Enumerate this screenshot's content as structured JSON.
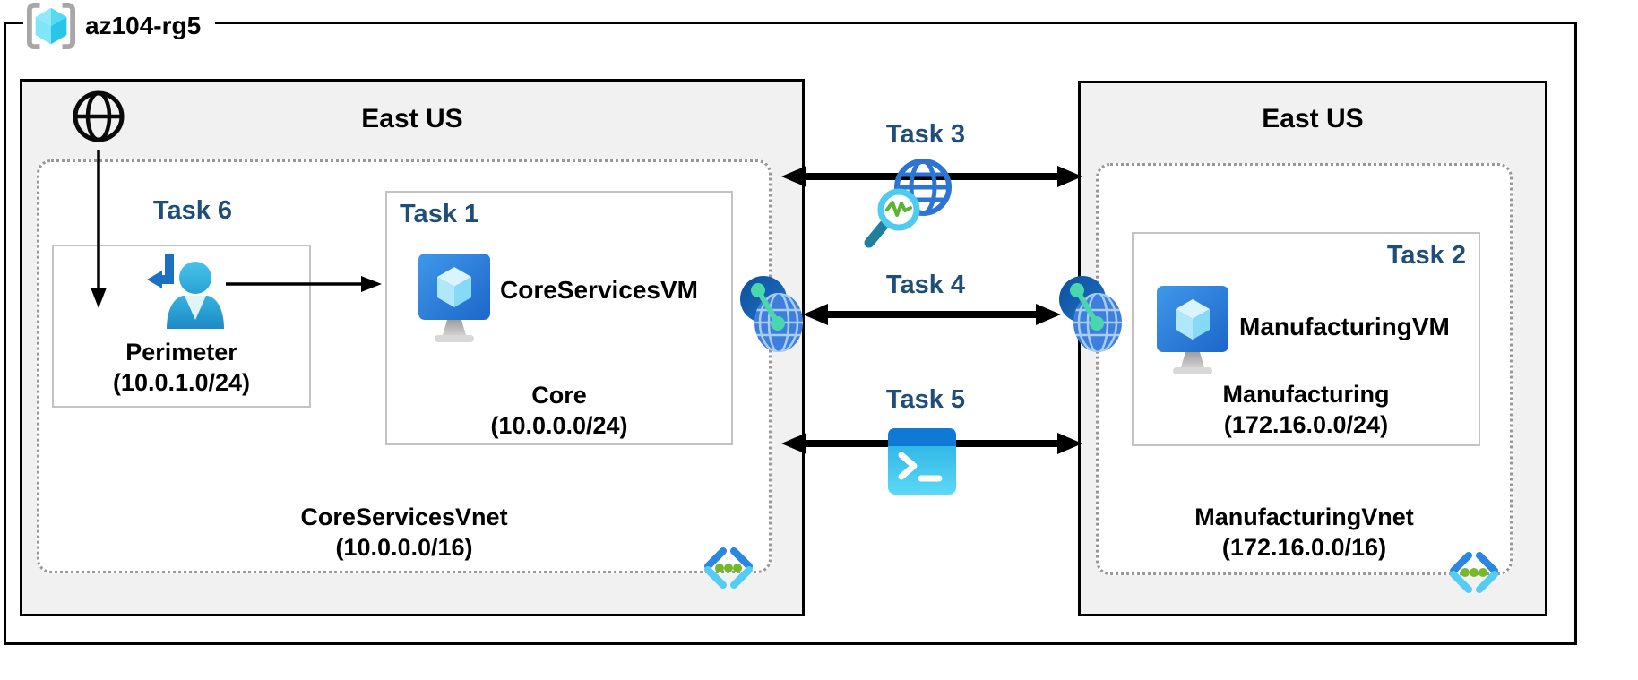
{
  "resource_group": {
    "name": "az104-rg5"
  },
  "left_region": {
    "label": "East US",
    "task6_label": "Task 6",
    "perimeter": {
      "name": "Perimeter",
      "cidr": "(10.0.1.0/24)"
    },
    "task1_label": "Task 1",
    "vm_name": "CoreServicesVM",
    "subnet": {
      "name": "Core",
      "cidr": "(10.0.0.0/24)"
    },
    "vnet": {
      "name": "CoreServicesVnet",
      "cidr": "(10.0.0.0/16)"
    }
  },
  "right_region": {
    "label": "East US",
    "task2_label": "Task 2",
    "vm_name": "ManufacturingVM",
    "subnet": {
      "name": "Manufacturing",
      "cidr": "(172.16.0.0/24)"
    },
    "vnet": {
      "name": "ManufacturingVnet",
      "cidr": "(172.16.0.0/16)"
    }
  },
  "connections": {
    "task3": {
      "label": "Task 3",
      "icon": "network-watcher-icon"
    },
    "task4": {
      "label": "Task 4",
      "icon": "vnet-peering-icon"
    },
    "task5": {
      "label": "Task 5",
      "icon": "cloud-shell-icon"
    }
  },
  "colors": {
    "task_label": "#1F4E79",
    "region_bg": "#F1F1F1",
    "accent_blue": "#2E76D0",
    "accent_cyan": "#52CDF1",
    "accent_green": "#76B82A",
    "accent_mint": "#4BD7AE"
  }
}
